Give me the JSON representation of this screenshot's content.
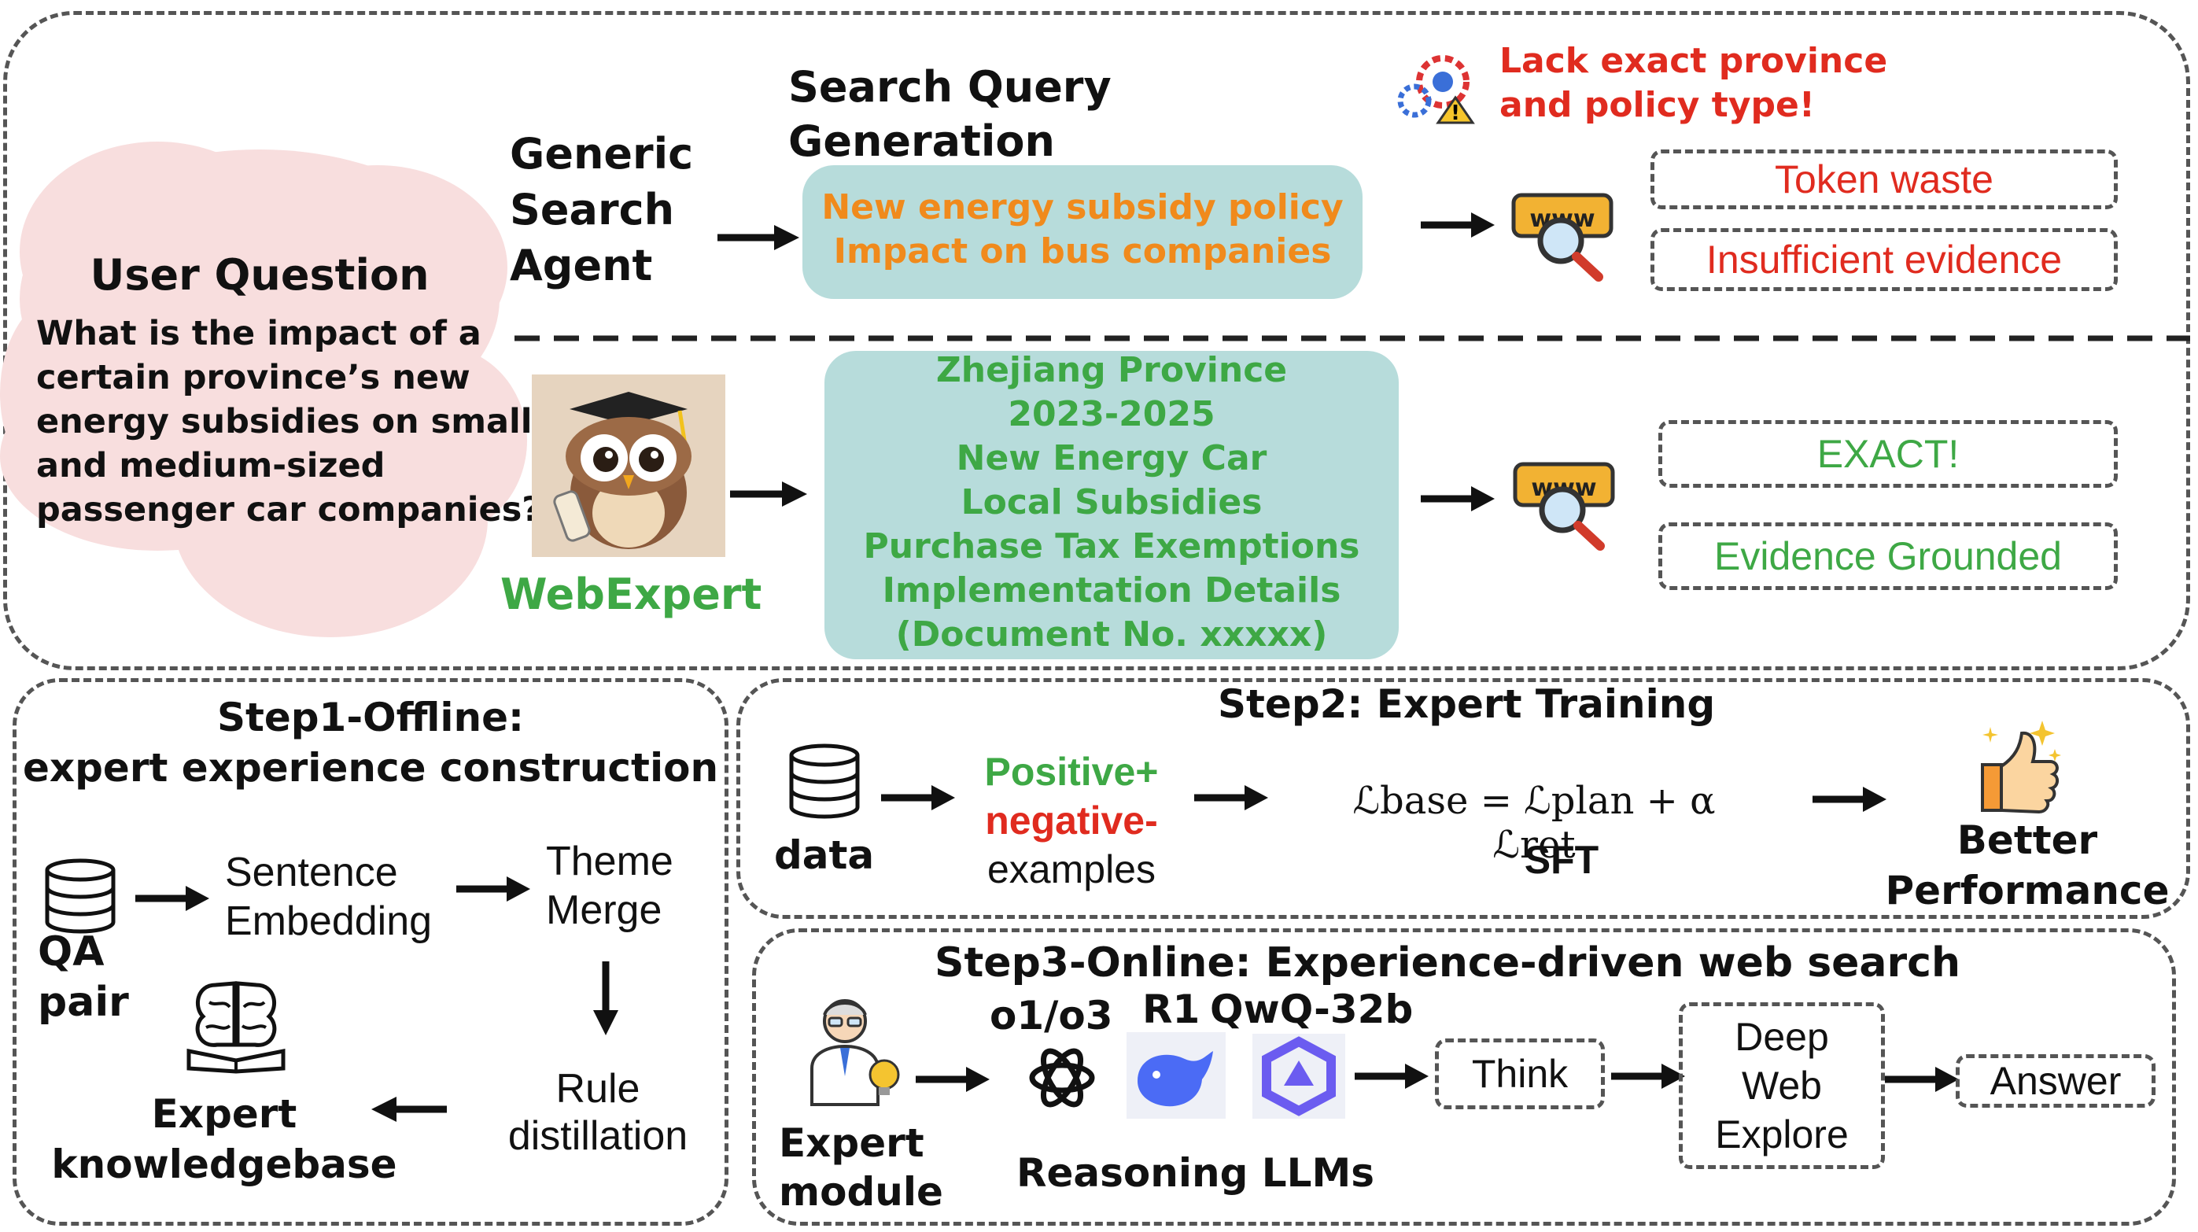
{
  "top": {
    "user_question_title": "User Question",
    "user_question_lines": [
      "What is the impact of a",
      "certain province’s new",
      "energy subsidies on small",
      "and medium-sized",
      "passenger car companies?"
    ],
    "search_query_generation_lines": [
      "Search Query",
      "Generation"
    ],
    "generic_agent_lines": [
      "Generic",
      "Search",
      "Agent"
    ],
    "generic_query_lines": [
      "New energy subsidy policy",
      "Impact on bus companies"
    ],
    "warning_lines": [
      "Lack exact province",
      "and policy type!"
    ],
    "generic_results": [
      "Token waste",
      "Insufficient evidence"
    ],
    "webexpert_label": "WebExpert",
    "expert_query_lines": [
      "Zhejiang Province",
      "2023-2025",
      "New Energy Car",
      "Local Subsidies",
      "Purchase Tax Exemptions",
      "Implementation Details",
      "(Document No. xxxxx)"
    ],
    "expert_results": [
      "EXACT!",
      "Evidence Grounded"
    ],
    "www_label": "www"
  },
  "step1": {
    "title_lines": [
      "Step1-Offline:",
      "expert experience construction"
    ],
    "qa_lines": [
      "QA",
      "pair"
    ],
    "embedding_lines": [
      "Sentence",
      "Embedding"
    ],
    "theme_lines": [
      "Theme",
      "Merge"
    ],
    "rule_lines": [
      "Rule",
      "distillation"
    ],
    "kb_lines": [
      "Expert",
      "knowledgebase"
    ]
  },
  "step2": {
    "title": "Step2: Expert Training",
    "data_label": "data",
    "examples_lines": [
      "Positive+",
      "negative-",
      "examples"
    ],
    "formula": "ℒbase = ℒplan + α ℒret",
    "sft_label": "SFT",
    "better_lines": [
      "Better",
      "Performance"
    ]
  },
  "step3": {
    "title": "Step3-Online: Experience-driven web search",
    "expert_module_lines": [
      "Expert",
      "module"
    ],
    "llm_labels": [
      "o1/o3",
      "R1",
      "QwQ-32b"
    ],
    "reasoning_label": "Reasoning LLMs",
    "think_label": "Think",
    "deep_lines": [
      "Deep",
      "Web",
      "Explore"
    ],
    "answer_label": "Answer"
  },
  "colors": {
    "red": "#e02b1f",
    "orange": "#f08a1c",
    "green": "#3ea845",
    "teal_box": "#b7dcdb",
    "pink_cloud": "#f8dede",
    "dash_border": "#555555"
  }
}
